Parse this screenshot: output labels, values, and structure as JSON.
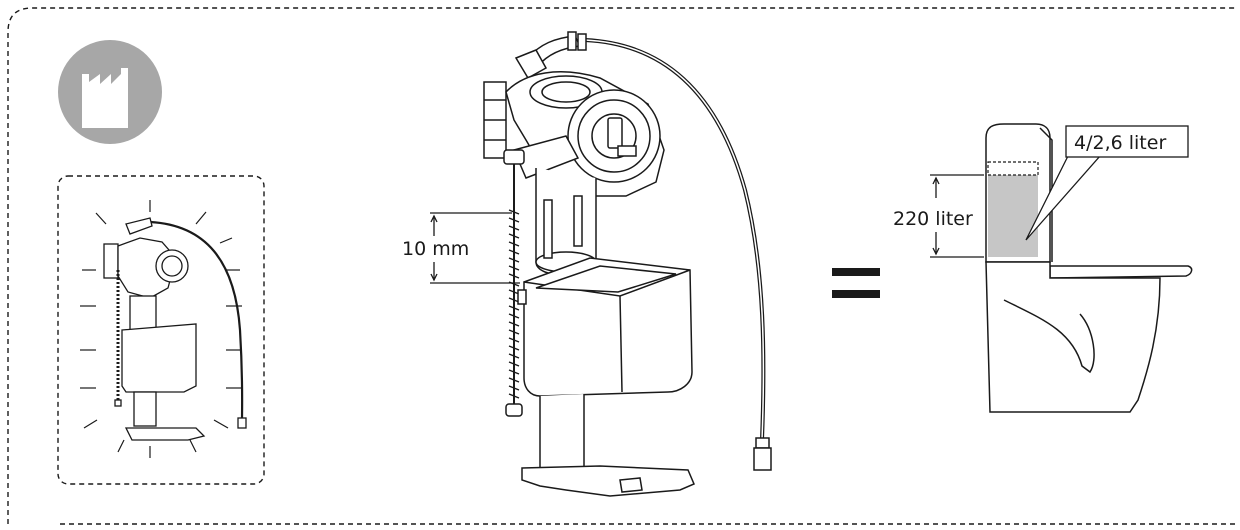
{
  "diagram": {
    "factory_icon": "factory-icon",
    "labels": {
      "height_adjustment": "10 mm",
      "tank_height": "220 liter",
      "flush_volume": "4/2,6 liter"
    },
    "equals_symbol": "=",
    "colors": {
      "stroke": "#1a1a1a",
      "icon_fill": "#a7a7a7",
      "water_fill": "#c6c6c6"
    }
  }
}
